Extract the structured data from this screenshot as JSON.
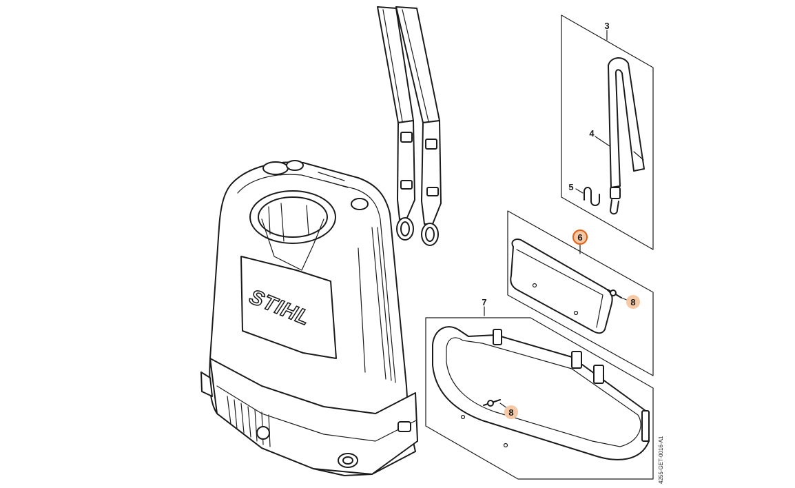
{
  "diagram": {
    "brand_logo": "STIHL",
    "document_id": "4255-GET-0016-A1",
    "colors": {
      "line": "#1a1a1a",
      "highlight_fill": "#f6c9a6",
      "highlight_stroke": "#e0641c",
      "background": "#ffffff"
    },
    "part_labels": [
      {
        "id": "p3",
        "number": "3",
        "highlight": "none"
      },
      {
        "id": "p4",
        "number": "4",
        "highlight": "none"
      },
      {
        "id": "p5",
        "number": "5",
        "highlight": "none"
      },
      {
        "id": "p6",
        "number": "6",
        "highlight": "selected"
      },
      {
        "id": "p7",
        "number": "7",
        "highlight": "none"
      },
      {
        "id": "p8a",
        "number": "8",
        "highlight": "related"
      },
      {
        "id": "p8b",
        "number": "8",
        "highlight": "related"
      }
    ]
  }
}
